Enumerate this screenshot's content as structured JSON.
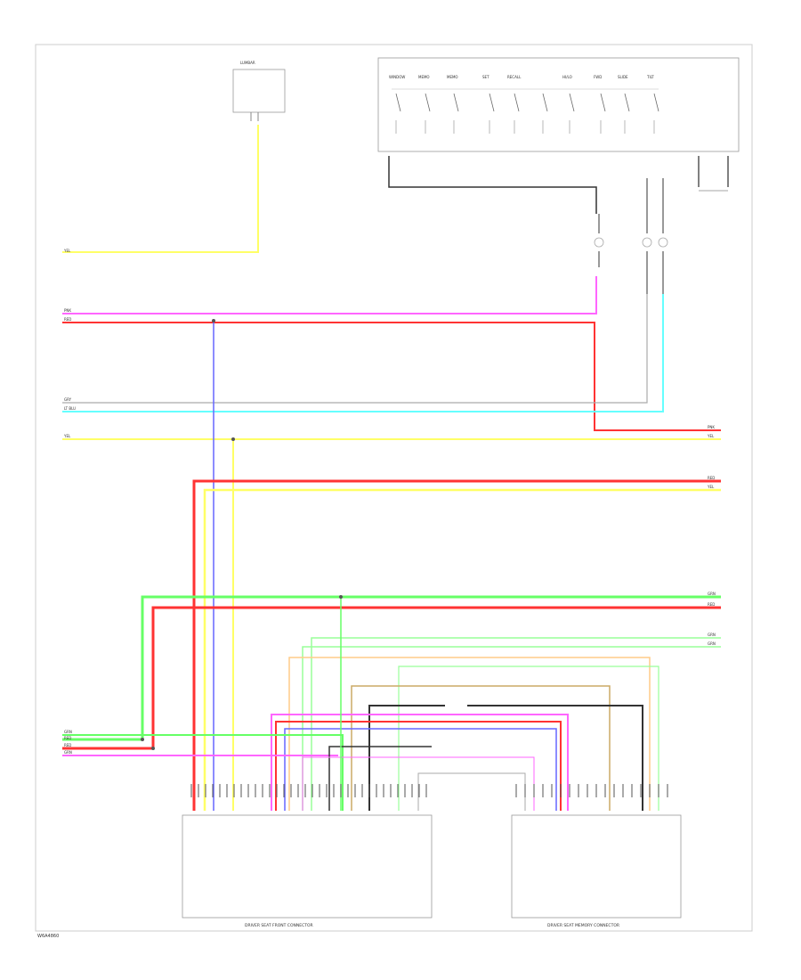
{
  "footer": {
    "code": "W6A4860"
  },
  "colors": {
    "yellow": "#ffff66",
    "pink": "#ff66ff",
    "red": "#ff3333",
    "cyan": "#66ffff",
    "green": "#66ff66",
    "blue": "#6666ff",
    "orange": "#ffcc88",
    "black": "#333333",
    "gray": "#aaaaaa",
    "lightgreen": "#99ff99",
    "tan": "#ccaa66"
  },
  "left_labels": [
    "YEL",
    "PNK",
    "RED",
    "GRY",
    "LT BLU",
    "YEL",
    "GRN",
    "RED",
    "RED",
    "GRN"
  ],
  "right_labels": [
    "PNK",
    "YEL",
    "RED",
    "YEL",
    "GRN",
    "RED",
    "GRN",
    "GRN"
  ],
  "switch_labels": [
    "WINDOW",
    "MEMO",
    "MEMO",
    "SET",
    "RECALL",
    "",
    "HI/LO",
    "FWD",
    "SLIDE",
    "TILT"
  ],
  "module_labels": {
    "lumbar": "LUMBAR",
    "bottom_right_connector": "DRIVER SEAT FRONT CONNECTOR",
    "bottom_left_connector": "DRIVER SEAT MEMORY CONNECTOR"
  }
}
